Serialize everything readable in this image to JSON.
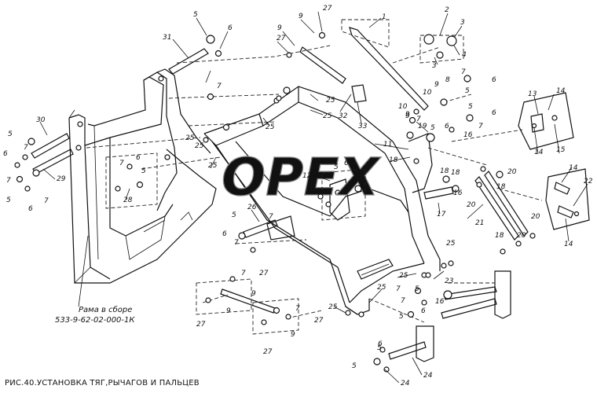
{
  "caption": "РИС.40.УСТАНОВКА ТЯГ,РЫЧАГОВ И ПАЛЬЦЕВ",
  "frame_note": {
    "line1": "Рама в сборе",
    "line2": "533-9-62-02-000-1К"
  },
  "watermark": "OPEX",
  "callouts": [
    "1",
    "2",
    "3",
    "3",
    "4",
    "5",
    "6",
    "7",
    "8",
    "9",
    "10",
    "9",
    "10",
    "5",
    "6",
    "7",
    "6",
    "5",
    "7",
    "16",
    "19",
    "13",
    "14",
    "15",
    "14",
    "11",
    "18",
    "16",
    "18",
    "12",
    "17",
    "18",
    "20",
    "20",
    "18",
    "21",
    "20",
    "14",
    "22",
    "24",
    "14",
    "18",
    "20",
    "31",
    "5",
    "6",
    "7",
    "27",
    "9",
    "27",
    "9",
    "32",
    "33",
    "25",
    "25",
    "25",
    "30",
    "6",
    "5",
    "7",
    "29",
    "7",
    "5",
    "6",
    "7",
    "6",
    "5",
    "28",
    "26",
    "5",
    "6",
    "7",
    "7",
    "25",
    "25",
    "25",
    "23",
    "16",
    "5",
    "7",
    "6",
    "5",
    "7",
    "6",
    "5",
    "24",
    "27",
    "9",
    "7",
    "27",
    "9",
    "27",
    "9",
    "27",
    "7",
    "5",
    "25",
    "25",
    "25",
    "25",
    "7",
    "5",
    "6",
    "9"
  ]
}
